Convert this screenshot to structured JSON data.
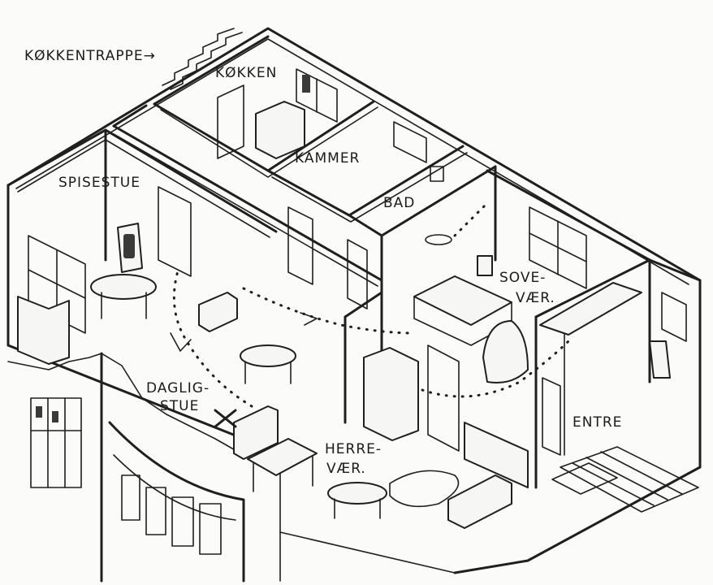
{
  "labels": {
    "stairs": "KØKKENTRAPPE→",
    "kitchen": "KØKKEN",
    "chamber": "KAMMER",
    "dining": "SPISESTUE",
    "bath": "BAD",
    "bedroom_1": "SOVE-",
    "bedroom_2": "VÆR.",
    "living_1": "DAGLIG-",
    "living_2": "STUE",
    "study_1": "HERRE-",
    "study_2": "VÆR.",
    "entrance": "ENTRE"
  },
  "colors": {
    "ink": "#1f1f1f",
    "paper": "#fbfbf9"
  }
}
